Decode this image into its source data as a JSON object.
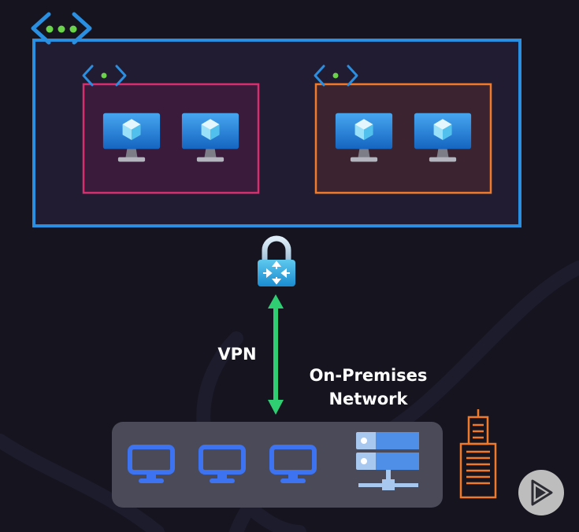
{
  "diagram": {
    "vpn_label": "VPN",
    "onprem_label_line1": "On-Premises",
    "onprem_label_line2": "Network",
    "icons": {
      "vnet": "virtual-network-icon",
      "subnet": "subnet-icon",
      "vm": "virtual-machine-icon",
      "gateway": "vpn-gateway-icon",
      "desktop": "desktop-computer-icon",
      "server": "server-rack-icon",
      "building": "office-building-icon",
      "play": "play-button-icon"
    },
    "colors": {
      "background": "#15141f",
      "vnet_border": "#2a8fe0",
      "subnet_left_border": "#d62f6e",
      "subnet_right_border": "#f07a2a",
      "vpn_arrow": "#2fce73",
      "building": "#f07a2a",
      "onprem_panel": "#4a4a58"
    }
  }
}
